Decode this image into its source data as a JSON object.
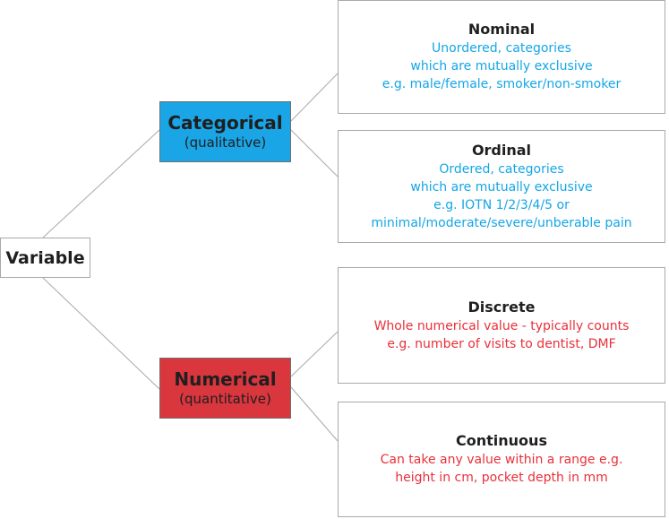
{
  "colors": {
    "categorical_fill": "#1aa5e6",
    "numerical_fill": "#d9363e",
    "qualitative_text": "#14a6e6",
    "quantitative_text": "#e8303a",
    "connector": "#a9a9a9"
  },
  "root": {
    "label": "Variable"
  },
  "categorical": {
    "label": "Categorical",
    "sublabel": "(qualitative)",
    "children": [
      {
        "title": "Nominal",
        "lines": [
          "Unordered, categories",
          "which are mutually exclusive",
          "e.g. male/female, smoker/non-smoker"
        ]
      },
      {
        "title": "Ordinal",
        "lines": [
          "Ordered, categories",
          "which are mutually exclusive",
          "e.g. IOTN 1/2/3/4/5 or",
          "minimal/moderate/severe/unberable pain"
        ]
      }
    ]
  },
  "numerical": {
    "label": "Numerical",
    "sublabel": "(quantitative)",
    "children": [
      {
        "title": "Discrete",
        "lines": [
          "Whole numerical value - typically counts",
          "e.g. number of visits to dentist, DMF"
        ]
      },
      {
        "title": "Continuous",
        "lines": [
          "Can take any value within a range e.g.",
          "height in cm, pocket depth in mm"
        ]
      }
    ]
  }
}
